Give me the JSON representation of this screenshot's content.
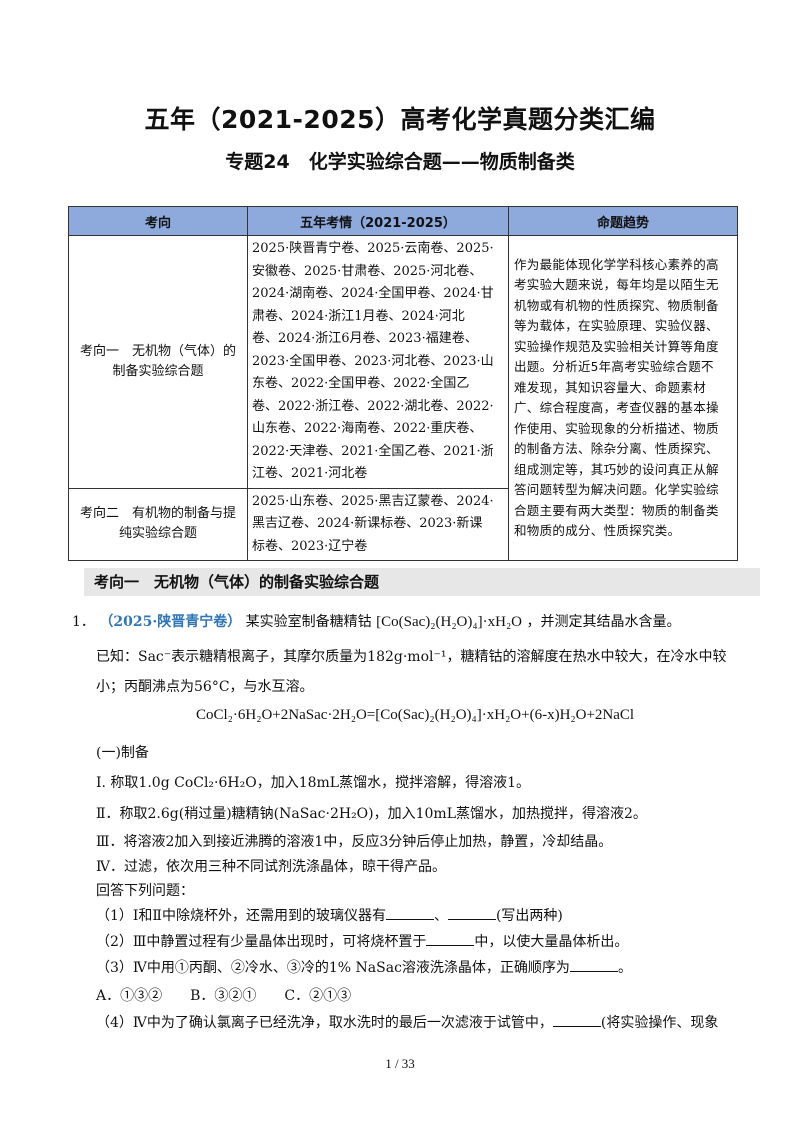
{
  "header": {
    "title": "五年（2021-2025）高考化学真题分类汇编",
    "subtitle": "专题24　化学实验综合题——物质制备类"
  },
  "table": {
    "headers": [
      "考向",
      "五年考情（2021-2025）",
      "命题趋势"
    ],
    "rows": [
      {
        "topic": "考向一　无机物（气体）的制备实验综合题",
        "papers": [
          "2025·陕晋青宁卷、2025·云南卷、2025·",
          "安徽卷、2025·甘肃卷、2025·河北卷、",
          "2024·湖南卷、2024·全国甲卷、2024·甘",
          "肃卷、2024·浙江1月卷、2024·河北",
          "卷、2024·浙江6月卷、2023·福建卷、",
          "2023·全国甲卷、2023·河北卷、2023·山",
          "东卷、2022·全国甲卷、2022·全国乙",
          "卷、2022·浙江卷、2022·湖北卷、2022·",
          "山东卷、2022·海南卷、2022·重庆卷、",
          "2022·天津卷、2021·全国乙卷、2021·浙",
          "江卷、2021·河北卷"
        ]
      },
      {
        "topic": "考向二　有机物的制备与提纯实验综合题",
        "papers": [
          "2025·山东卷、2025·黑吉辽蒙卷、2024·",
          "黑吉辽卷、2024·新课标卷、2023·新课",
          "标卷、2023·辽宁卷"
        ]
      }
    ],
    "trend": [
      "作为最能体现化学学科核心素养的高",
      "考实验大题来说，每年均是以陌生无",
      "机物或有机物的性质探究、物质制备",
      "等为载体，在实验原理、实验仪器、",
      "实验操作规范及实验相关计算等角度",
      "出题。分析近5年高考实验综合题不",
      "难发现，其知识容量大、命题素材",
      "广、综合程度高，考查仪器的基本操",
      "作使用、实验现象的分析描述、物质",
      "的制备方法、除杂分离、性质探究、",
      "组成测定等，其巧妙的设问真正从解",
      "答问题转型为解决问题。化学实验综",
      "合题主要有两大类型：物质的制备类",
      "和物质的成分、性质探究类。"
    ]
  },
  "section": {
    "title": "考向一　无机物（气体）的制备实验综合题"
  },
  "question": {
    "number": "1．",
    "source": "（2025·陕晋青宁卷）",
    "intro": "某实验室制备糖精钴",
    "formula_main": "[Co(Sac)₂(H₂O)₄]·xH₂O",
    "intro_end": "，并测定其结晶水含量。",
    "known_a": "已知：Sac⁻表示糖精根离子，其摩尔质量为182g·mol⁻¹，糖精钴的溶解度在热水中较大，在冷水中较",
    "known_b": "小；丙酮沸点为56°C，与水互溶。",
    "equation": "CoCl₂·6H₂O+2NaSac·2H₂O=[Co(Sac)₂(H₂O)₄]·xH₂O+(6-x)H₂O+2NaCl",
    "part_title": "(一)制备",
    "step1": "Ⅰ. 称取1.0g CoCl₂·6H₂O，加入18mL蒸馏水，搅拌溶解，得溶液1。",
    "step2": "Ⅱ．称取2.6g(稍过量)糖精钠(NaSac·2H₂O)，加入10mL蒸馏水，加热搅拌，得溶液2。",
    "step3": "Ⅲ．将溶液2加入到接近沸腾的溶液1中，反应3分钟后停止加热，静置，冷却结晶。",
    "step4": "Ⅳ．过滤，依次用三种不同试剂洗涤晶体，晾干得产品。",
    "prompt": "回答下列问题：",
    "q1_a": "（1）Ⅰ和Ⅱ中除烧杯外，还需用到的玻璃仪器有",
    "q1_sep": "、",
    "q1_b": "(写出两种)",
    "q2_a": "（2）Ⅲ中静置过程有少量晶体出现时，可将烧杯置于",
    "q2_b": "中，以使大量晶体析出。",
    "q3_a": "（3）Ⅳ中用①丙酮、②冷水、③冷的1% NaSac溶液洗涤晶体，正确顺序为",
    "q3_b": "。",
    "options": "A．①③②　　B．③②①　　C．②①③",
    "q4_a": "（4）Ⅳ中为了确认氯离子已经洗净，取水洗时的最后一次滤液于试管中，",
    "q4_b": "(将实验操作、现象"
  },
  "footer": {
    "page": "1 / 33"
  }
}
